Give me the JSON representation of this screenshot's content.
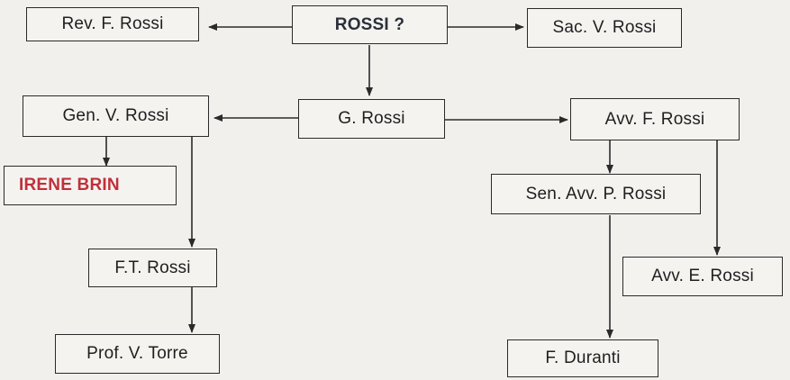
{
  "nodes": {
    "root": "ROSSI ?",
    "rev_f_rossi": "Rev. F. Rossi",
    "sac_v_rossi": "Sac. V. Rossi",
    "g_rossi": "G. Rossi",
    "gen_v_rossi": "Gen. V. Rossi",
    "avv_f_rossi": "Avv. F. Rossi",
    "irene_brin": "IRENE BRIN",
    "ft_rossi": "F.T. Rossi",
    "prof_v_torre": "Prof. V. Torre",
    "sen_avv_p_rossi": "Sen. Avv. P. Rossi",
    "avv_e_rossi": "Avv. E. Rossi",
    "f_duranti": "F. Duranti"
  },
  "colors": {
    "highlight": "#c0303a",
    "line": "#2a2a2a"
  }
}
